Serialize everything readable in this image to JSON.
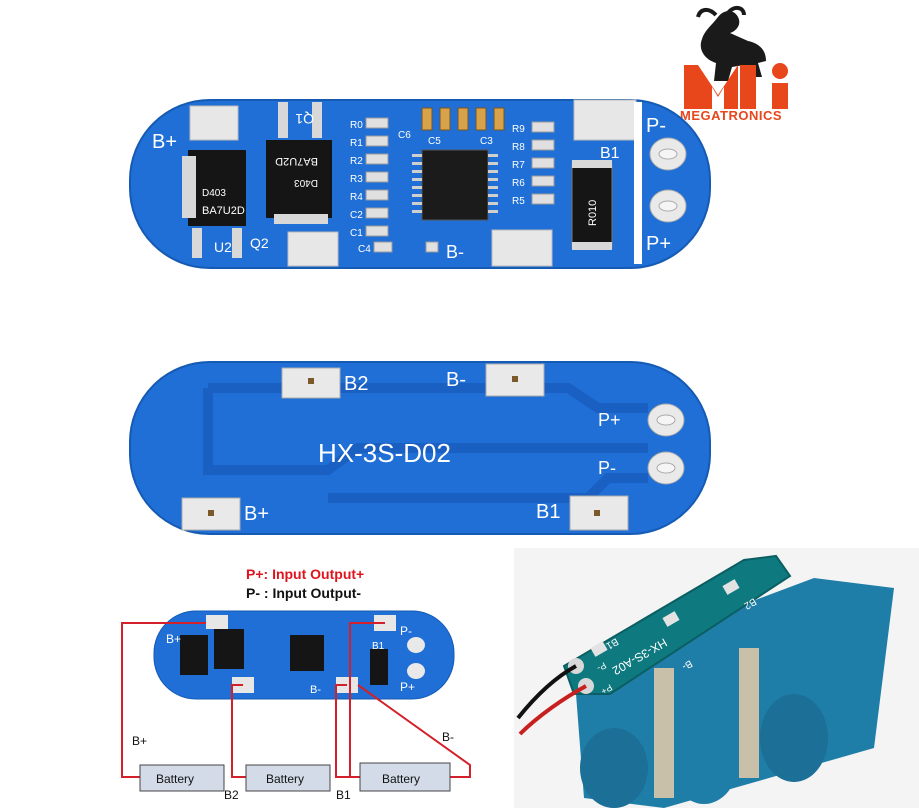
{
  "logo": {
    "brand": "MEGATRONICS",
    "mark": "Mi",
    "accent_color": "#e8461b"
  },
  "board_top": {
    "labels": {
      "b_plus": "B+",
      "b_minus": "B-",
      "b1": "B1",
      "p_minus": "P-",
      "p_plus": "P+",
      "q1": "Q1",
      "q2": "Q2",
      "u2": "U2",
      "mosfet_code": "BA7U2D",
      "mosfet_code_2": "D403",
      "shunt": "R010",
      "resistors": [
        "R0",
        "R1",
        "R2",
        "R3",
        "R4",
        "R5",
        "R6",
        "R7",
        "R8",
        "R9"
      ],
      "caps": [
        "C1",
        "C2",
        "C3",
        "C4",
        "C5",
        "C6"
      ]
    },
    "color": "#1f6fd6"
  },
  "board_bottom": {
    "model": "HX-3S-D02",
    "labels": {
      "b2": "B2",
      "b_minus": "B-",
      "p_plus": "P+",
      "p_minus": "P-",
      "b_plus": "B+",
      "b1": "B1"
    }
  },
  "wiring": {
    "legend": {
      "p_plus": "P+: Input Output+",
      "p_minus": "P- : Input Output-"
    },
    "batteries": [
      "Battery",
      "Battery",
      "Battery"
    ],
    "wire_labels": {
      "b_plus": "B+",
      "b_minus": "B-",
      "b2": "B2",
      "b1": "B1"
    },
    "wire_color": "#d4202a",
    "legend_color": "#e0141e"
  },
  "photo": {
    "board_text": "HX-3S-A02",
    "labels": {
      "b1": "B1",
      "b2": "B2",
      "b_minus": "B-",
      "p_minus": "P-",
      "p_plus": "P+"
    }
  }
}
